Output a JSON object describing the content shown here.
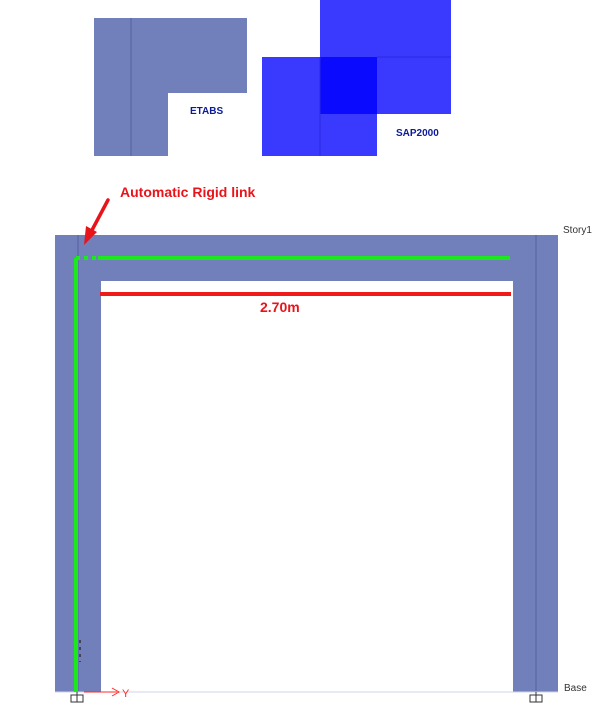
{
  "figure": {
    "etabs_label": "ETABS",
    "sap_label": "SAP2000",
    "rigid_link_label": "Automatic Rigid link",
    "dimension_label": "2.70m",
    "story_label": "Story1",
    "base_label": "Base",
    "axis_label": "Y"
  },
  "colors": {
    "etabs_fill": "#717fba",
    "sap_fill": "#3a3aff",
    "sap_overlap_fill": "#0a0aff",
    "frame_fill": "#717fba",
    "frame_outline": "#5862a3",
    "rigid_link_green": "#1ce91c",
    "dimension_red": "#ef1a1a",
    "label_blue": "#0a1a99",
    "annotation_red": "#e8141a",
    "axis_red": "#ff2a2a",
    "text_dark": "#333333"
  }
}
